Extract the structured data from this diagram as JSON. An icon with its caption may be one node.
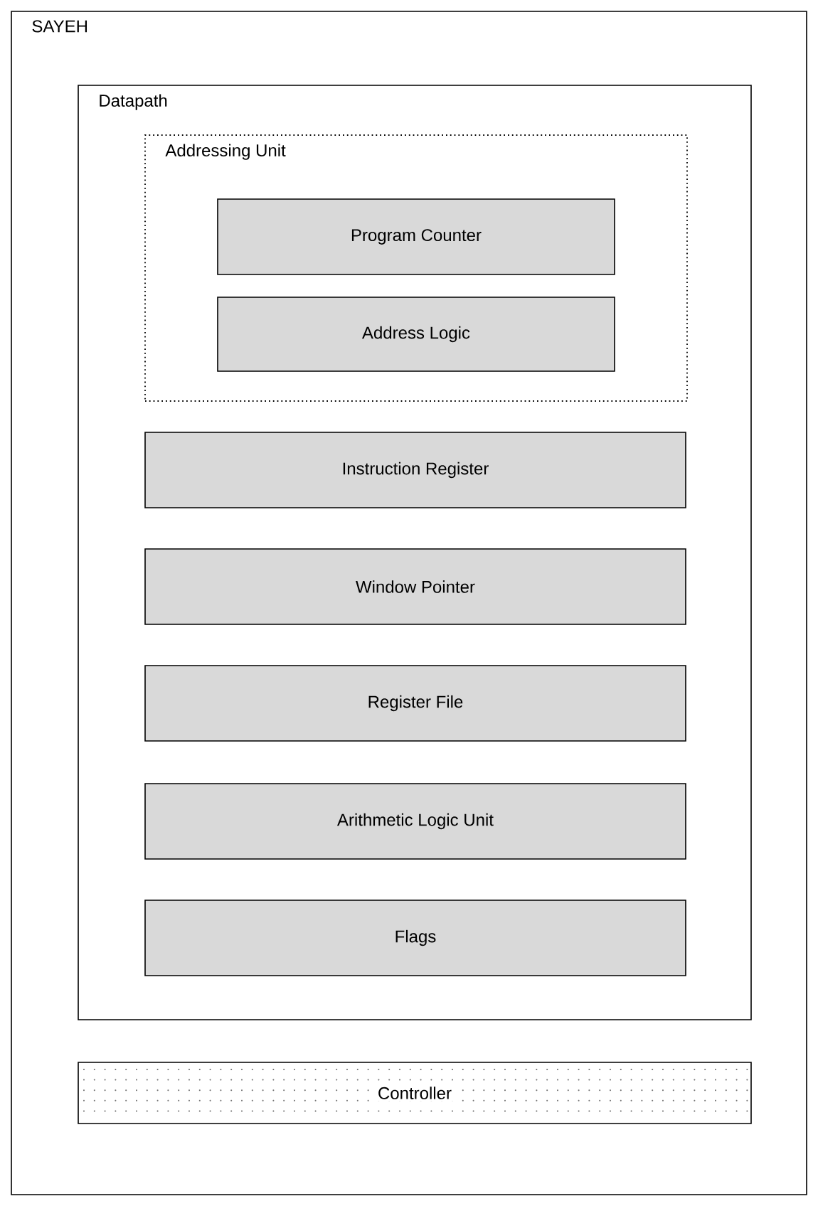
{
  "diagram": {
    "nodes": [
      {
        "text": [
          "SAYEH"
        ]
      },
      {
        "text": [
          "Datapath"
        ],
        "in": 0
      },
      {
        "text": [
          "Addressing Unit"
        ],
        "in": 1
      },
      {
        "text": [
          "Program Counter"
        ],
        "in": 2
      },
      {
        "text": [
          "Address Logic"
        ],
        "in": 2
      },
      {
        "text": [
          "Instruction Register"
        ],
        "in": 1
      },
      {
        "text": [
          "Window Pointer"
        ],
        "in": 1
      },
      {
        "text": [
          "Register File"
        ],
        "in": 1
      },
      {
        "text": [
          "Arithmetic Logic Unit"
        ],
        "in": 1
      },
      {
        "text": [
          "Flags"
        ],
        "in": 1
      },
      {
        "text": [
          "Controller"
        ],
        "in": 0
      }
    ]
  }
}
